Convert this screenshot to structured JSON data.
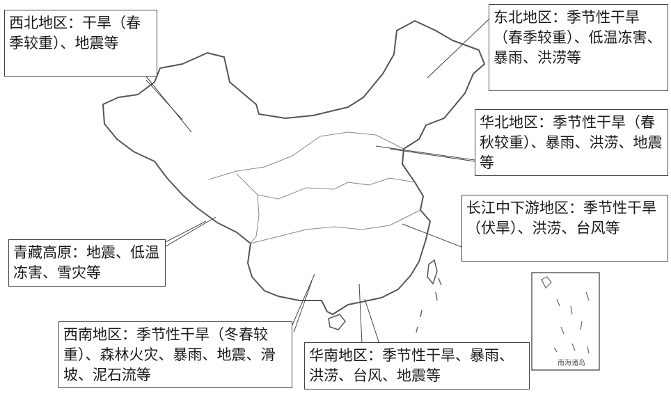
{
  "colors": {
    "line": "#444444",
    "border": "#444444",
    "text": "#1a1a1a",
    "background": "#ffffff"
  },
  "regions": {
    "northwest": {
      "text": "西北地区：干旱（春季较重）、地震等"
    },
    "northeast": {
      "text": "东北地区：季节性干旱（春季较重）、低温冻害、暴雨、洪涝等"
    },
    "north": {
      "text": "华北地区：季节性干旱（春秋较重）、暴雨、洪涝、地震等"
    },
    "yangtze": {
      "text": "长江中下游地区：季节性干旱（伏旱）、洪涝、台风等"
    },
    "tibet": {
      "text": "青藏高原：地震、低温冻害、雪灾等"
    },
    "southwest": {
      "text": "西南地区：季节性干旱（冬春较重）、森林火灾、暴雨、地震、滑坡、泥石流等"
    },
    "south": {
      "text": "华南地区：季节性干旱、暴雨、洪涝、台风、地震等"
    }
  },
  "inset": {
    "label": "南海诸岛"
  }
}
